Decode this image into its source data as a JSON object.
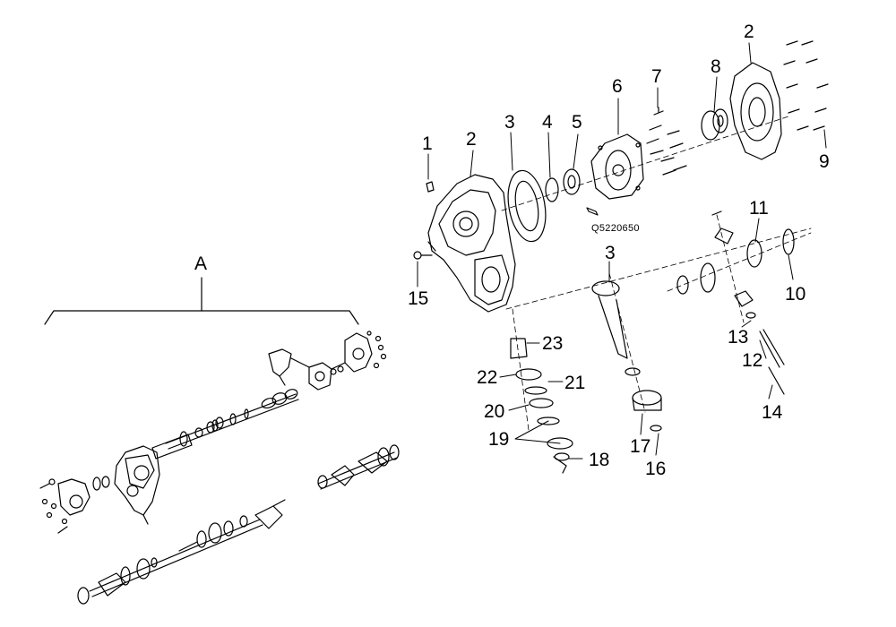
{
  "diagram": {
    "group_label": "A",
    "part_code": "Q5220650",
    "callouts": [
      {
        "id": "c1",
        "text": "1"
      },
      {
        "id": "c2a",
        "text": "2"
      },
      {
        "id": "c2b",
        "text": "2"
      },
      {
        "id": "c3a",
        "text": "3"
      },
      {
        "id": "c3b",
        "text": "3"
      },
      {
        "id": "c4",
        "text": "4"
      },
      {
        "id": "c5",
        "text": "5"
      },
      {
        "id": "c6",
        "text": "6"
      },
      {
        "id": "c7",
        "text": "7"
      },
      {
        "id": "c8",
        "text": "8"
      },
      {
        "id": "c9",
        "text": "9"
      },
      {
        "id": "c10",
        "text": "10"
      },
      {
        "id": "c11",
        "text": "11"
      },
      {
        "id": "c12",
        "text": "12"
      },
      {
        "id": "c13",
        "text": "13"
      },
      {
        "id": "c14",
        "text": "14"
      },
      {
        "id": "c15",
        "text": "15"
      },
      {
        "id": "c16",
        "text": "16"
      },
      {
        "id": "c17",
        "text": "17"
      },
      {
        "id": "c18",
        "text": "18"
      },
      {
        "id": "c19",
        "text": "19"
      },
      {
        "id": "c20",
        "text": "20"
      },
      {
        "id": "c21",
        "text": "21"
      },
      {
        "id": "c22",
        "text": "22"
      },
      {
        "id": "c23",
        "text": "23"
      }
    ]
  }
}
